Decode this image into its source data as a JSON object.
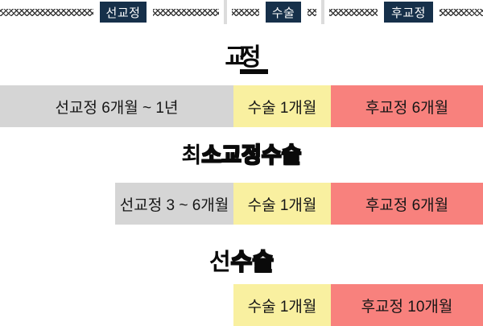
{
  "colors": {
    "header_box": "#16304a",
    "pre_ortho_segment": "#d5d5d5",
    "surgery_segment": "#f9f0a0",
    "post_ortho_segment": "#f8817d",
    "divider": "#dcdcdc",
    "bar_text": "#161616"
  },
  "header": {
    "phases": [
      "선교정",
      "수술",
      "후교정"
    ]
  },
  "sections": [
    {
      "title_first": "교정",
      "title_rest": "",
      "bar": {
        "pre": "선교정 6개월 ~ 1년",
        "surgery": "수술 1개월",
        "post": "후교정 6개월"
      }
    },
    {
      "title_first": "최",
      "title_rest": "소교정수술",
      "bar": {
        "pre": "선교정 3 ~ 6개월",
        "surgery": "수술 1개월",
        "post": "후교정 6개월"
      }
    },
    {
      "title_first": "선",
      "title_rest": "수술",
      "bar": {
        "surgery": "수술 1개월",
        "post": "후교정 10개월"
      }
    }
  ]
}
